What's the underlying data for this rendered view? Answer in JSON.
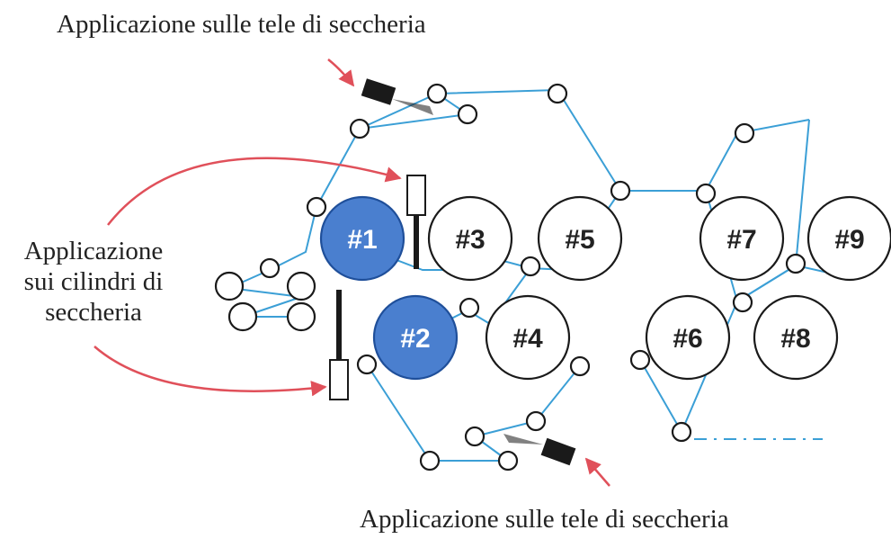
{
  "labels": {
    "top": "Applicazione sulle tele di seccheria",
    "bottom": "Applicazione sulle tele di seccheria",
    "left_line1": "Applicazione",
    "left_line2": "sui cilindri di",
    "left_line3": "seccheria"
  },
  "cylinders": [
    {
      "id": "1",
      "label": "#1",
      "highlighted": true
    },
    {
      "id": "2",
      "label": "#2",
      "highlighted": true
    },
    {
      "id": "3",
      "label": "#3",
      "highlighted": false
    },
    {
      "id": "4",
      "label": "#4",
      "highlighted": false
    },
    {
      "id": "5",
      "label": "#5",
      "highlighted": false
    },
    {
      "id": "6",
      "label": "#6",
      "highlighted": false
    },
    {
      "id": "7",
      "label": "#7",
      "highlighted": false
    },
    {
      "id": "8",
      "label": "#8",
      "highlighted": false
    },
    {
      "id": "9",
      "label": "#9",
      "highlighted": false
    }
  ],
  "colors": {
    "felt": "#3b9fd6",
    "highlight_fill": "#4a7fcf",
    "highlight_stroke": "#1f4f9a",
    "cylinder_stroke": "#1a1a1a",
    "arrow": "#e0505a",
    "nozzle": "#1a1a1a",
    "text_dark": "#222222",
    "text_light": "#ffffff"
  }
}
